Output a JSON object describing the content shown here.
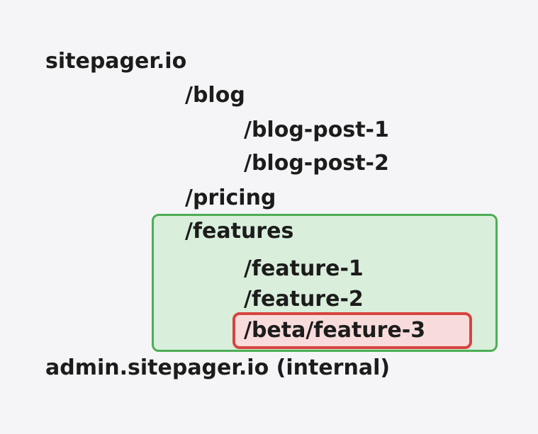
{
  "sitemap": {
    "root": "sitepager.io",
    "blog": "/blog",
    "blog_post_1": "/blog-post-1",
    "blog_post_2": "/blog-post-2",
    "pricing": "/pricing",
    "features": "/features",
    "feature_1": "/feature-1",
    "feature_2": "/feature-2",
    "beta_feature_3": "/beta/feature-3",
    "admin": "admin.sitepager.io (internal)"
  },
  "colors": {
    "background": "#f5f5f7",
    "text": "#1c1c1c",
    "features_box_border": "#4cae54",
    "features_box_fill": "#d9eedb",
    "beta_box_border": "#d6453f",
    "beta_box_fill": "#f8dcdb"
  }
}
